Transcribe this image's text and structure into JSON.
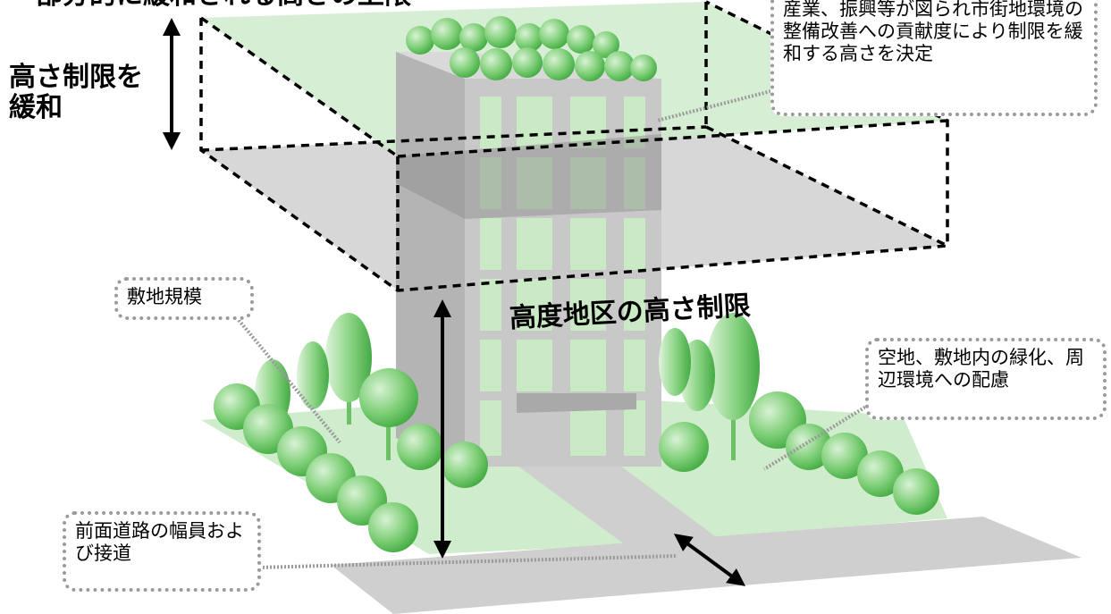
{
  "header_fragment": "部分的に緩和される高さの上限",
  "labels": {
    "relax_height": "高さ制限を緩和",
    "district_limit": "高度地区の高さ制限"
  },
  "callouts": {
    "industry": "産業、振興等が図られ市街地環境の整備改善への貢献度により制限を緩和する高さを決定",
    "site_scale": "敷地規模",
    "open_space": "空地、敷地内の緑化、周辺環境への配慮",
    "road_width": "前面道路の幅員および接道"
  },
  "colors": {
    "green_tint": "#cfeccc",
    "tree_green": "#5cbf5a",
    "gray_plane": "#d7d7d7",
    "building_gray": "#c6c6c6",
    "dotted_border": "#9a9a9a"
  }
}
